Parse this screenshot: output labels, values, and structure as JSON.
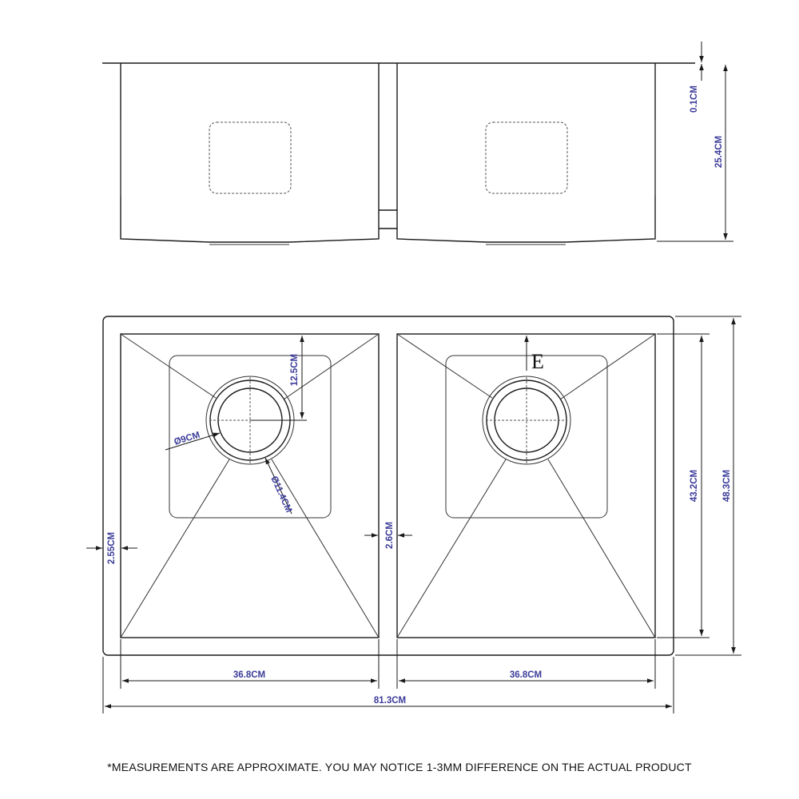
{
  "dimensions": {
    "rim_thickness": "0.1CM",
    "depth": "25.4CM",
    "drain_offset": "12.5CM",
    "drain_diameter": "Ø9CM",
    "flange_diameter": "Ø11.4CM",
    "left_wall": "2.55CM",
    "center_divider": "2.6CM",
    "bowl_length": "43.2CM",
    "overall_length": "48.3CM",
    "left_bowl_width": "36.8CM",
    "right_bowl_width": "36.8CM",
    "overall_width": "81.3CM"
  },
  "markers": {
    "section_letter": "E"
  },
  "footnote": "*MEASUREMENTS ARE APPROXIMATE. YOU MAY NOTICE 1-3MM DIFFERENCE ON THE ACTUAL PRODUCT"
}
